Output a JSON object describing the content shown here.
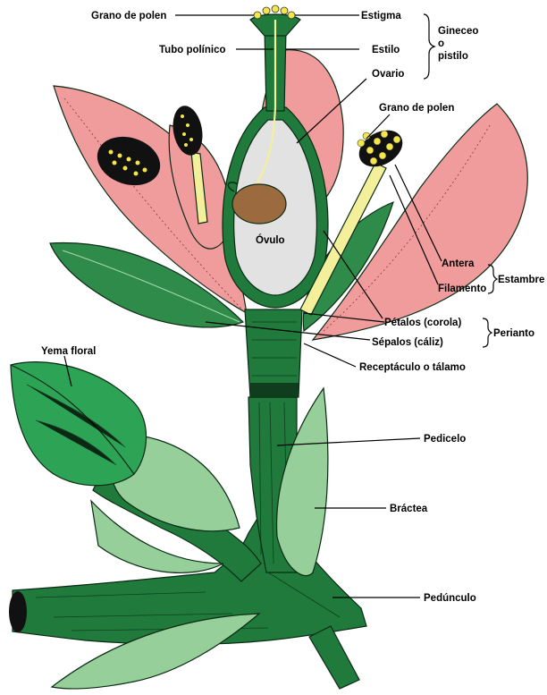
{
  "labels": {
    "grano_polen_top": "Grano de polen",
    "tubo_polinico": "Tubo polínico",
    "estigma": "Estigma",
    "estilo": "Estilo",
    "gineceo_line1": "Gineceo",
    "gineceo_line2": "o",
    "gineceo_line3": "pistilo",
    "ovario": "Ovario",
    "grano_polen_right": "Grano de polen",
    "ovulo": "Óvulo",
    "antera": "Antera",
    "filamento": "Filamento",
    "estambre": "Estambre",
    "petalos": "Pétalos (corola)",
    "sepalos": "Sépalos (cáliz)",
    "perianto": "Perianto",
    "receptaculo": "Receptáculo o tálamo",
    "yema_floral": "Yema floral",
    "pedicelo": "Pedicelo",
    "bractea": "Bráctea",
    "pedunculo": "Pedúnculo"
  },
  "colors": {
    "petal": "#f19c9c",
    "sepal": "#2e8b4a",
    "ovary_fill": "#e2e2e2",
    "ovule": "#9b6b3f",
    "pollen": "#f2e64a",
    "anther": "#111111",
    "filament": "#f4ef9a",
    "stem": "#1f7a3c",
    "stem_dark": "#0f4d24",
    "bract": "#96cf99",
    "bud": "#2da356"
  }
}
